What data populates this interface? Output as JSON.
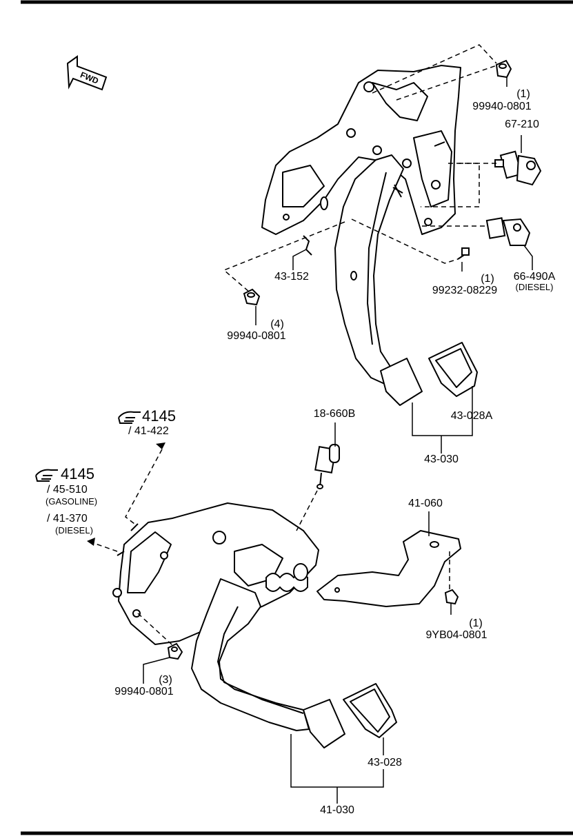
{
  "fwd_label": "FWD",
  "refs": {
    "ref_a": {
      "num": "4145",
      "sub": "/ 41-422"
    },
    "ref_b": {
      "num": "4145",
      "sub1": "/ 45-510",
      "note1": "(GASOLINE)",
      "sub2": "/ 41-370",
      "note2": "(DIESEL)"
    }
  },
  "parts": {
    "nut_top_right": {
      "qty": "(1)",
      "pn": "99940-0801"
    },
    "switch_67": {
      "pn": "67-210"
    },
    "switch_66": {
      "pn": "66-490A",
      "note": "(DIESEL)"
    },
    "bolt_99232": {
      "qty": "(1)",
      "pn": "99232-08229"
    },
    "clip_43152": {
      "pn": "43-152"
    },
    "nut_left_upper": {
      "qty": "(4)",
      "pn": "99940-0801"
    },
    "pad_43028a": {
      "pn": "43-028A"
    },
    "pedal_43030": {
      "pn": "43-030"
    },
    "switch_18660b": {
      "pn": "18-660B"
    },
    "bracket_41060": {
      "pn": "41-060"
    },
    "nut_9yb04": {
      "qty": "(1)",
      "pn": "9YB04-0801"
    },
    "nut_left_lower": {
      "qty": "(3)",
      "pn": "99940-0801"
    },
    "pad_43028": {
      "pn": "43-028"
    },
    "pedal_41030": {
      "pn": "41-030"
    }
  }
}
